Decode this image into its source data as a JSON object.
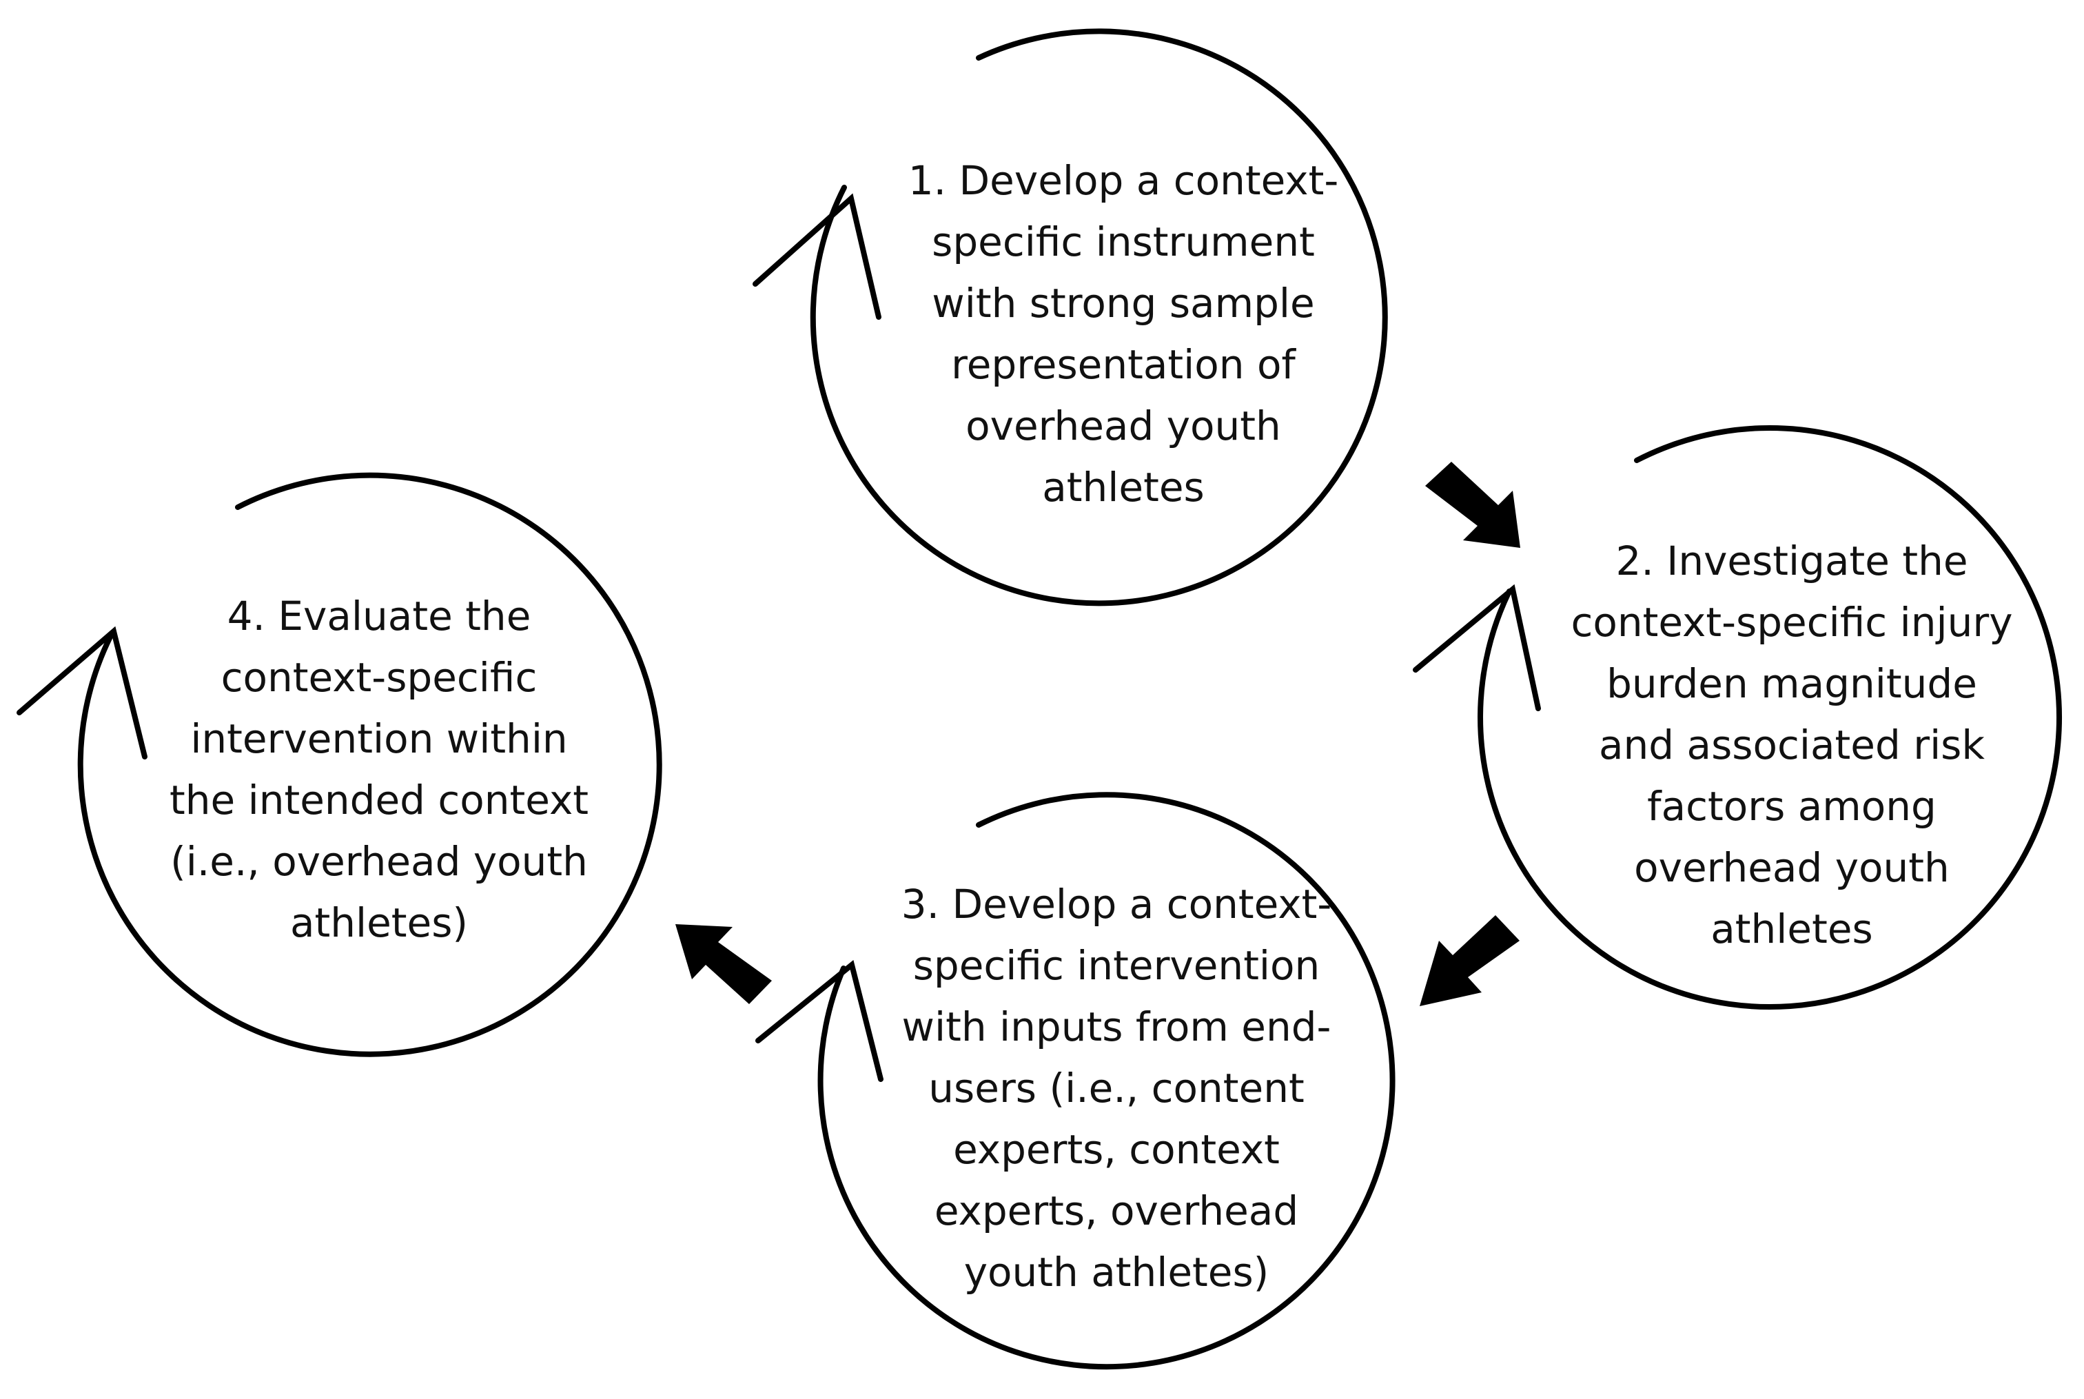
{
  "colors": {
    "stroke": "#000000",
    "text": "#111111",
    "background": "#ffffff"
  },
  "steps": [
    {
      "id": "step-1",
      "lines": [
        "1. Develop a context-",
        "specific instrument",
        "with strong sample",
        "representation of",
        "overhead youth",
        "athletes"
      ]
    },
    {
      "id": "step-2",
      "lines": [
        "2. Investigate the",
        "context-specific injury",
        "burden magnitude",
        "and associated risk",
        "factors among",
        "overhead youth",
        "athletes"
      ]
    },
    {
      "id": "step-3",
      "lines": [
        "3. Develop a context-",
        "specific intervention",
        "with inputs from end-",
        "users (i.e., content",
        "experts, context",
        "experts, overhead",
        "youth athletes)"
      ]
    },
    {
      "id": "step-4",
      "lines": [
        "4. Evaluate the",
        "context-specific",
        "intervention within",
        "the intended context",
        "(i.e., overhead youth",
        "athletes)"
      ]
    }
  ],
  "flow_arrows": [
    {
      "from": "step-1",
      "to": "step-2"
    },
    {
      "from": "step-2",
      "to": "step-3"
    },
    {
      "from": "step-3",
      "to": "step-4"
    }
  ]
}
